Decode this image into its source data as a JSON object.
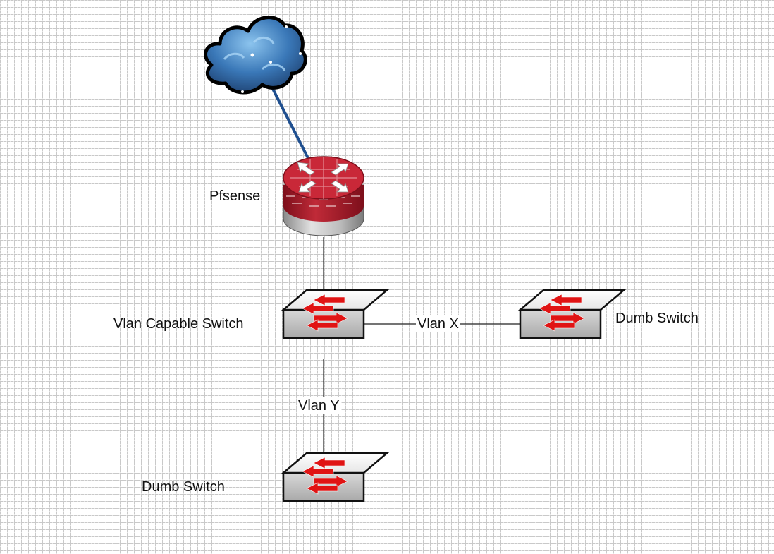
{
  "nodes": {
    "internet": {
      "icon": "cloud-icon"
    },
    "firewall": {
      "label": "Pfsense",
      "icon": "firewall-router-icon"
    },
    "core_switch": {
      "label": "Vlan Capable Switch",
      "icon": "switch-icon"
    },
    "switch_right": {
      "label": "Dumb Switch",
      "icon": "switch-icon"
    },
    "switch_bottom": {
      "label": "Dumb Switch",
      "icon": "switch-icon"
    }
  },
  "edges": {
    "cloud_to_firewall": {
      "label": "",
      "color": "#1f4f8f"
    },
    "firewall_to_core": {
      "label": ""
    },
    "core_to_right": {
      "label": "Vlan X"
    },
    "core_to_bottom": {
      "label": "Vlan Y"
    }
  },
  "colors": {
    "switch_arrow": "#e01414",
    "firewall_brick": "#b01e2c",
    "cloud": "#3a78b8"
  }
}
